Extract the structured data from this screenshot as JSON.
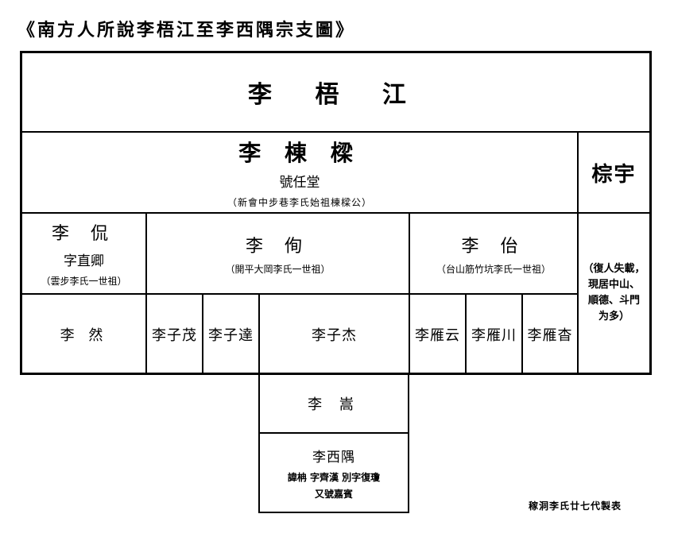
{
  "title": "《南方人所說李梧江至李西隅宗支圖》",
  "root": {
    "name": "李 梧 江"
  },
  "gen2": {
    "main": {
      "name": "李 棟 樑",
      "alias": "號任堂",
      "note": "（新會中步巷李氏始祖棟樑公）"
    },
    "side": {
      "name": "棕宇"
    }
  },
  "gen3": [
    {
      "name": "李 侃",
      "alias": "字直卿",
      "note": "（雲步李氏一世祖）"
    },
    {
      "name": "李 侚",
      "note": "（開平大岡李氏一世祖）"
    },
    {
      "name": "李 佁",
      "note": "（台山筋竹坑李氏一世祖）"
    }
  ],
  "side_note": [
    "（復人失載，",
    "現居中山、",
    "順德、斗門",
    "为多）"
  ],
  "gen4": [
    "李  然",
    "李子茂",
    "李子達",
    "李子杰",
    "李雁云",
    "李雁川",
    "李雁杳"
  ],
  "gen5": {
    "name": "李 嵩"
  },
  "gen6": {
    "name": "李西隅",
    "line1": "諱柟 字齊漢 別字復瓊",
    "line2": "又號嘉賓"
  },
  "footer": "稼洞李氏廿七代製表"
}
